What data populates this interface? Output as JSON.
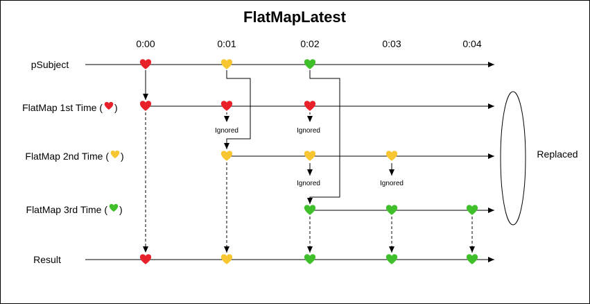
{
  "diagram": {
    "title": "FlatMapLatest",
    "times": [
      "0:00",
      "0:01",
      "0:02",
      "0:03",
      "0:04"
    ],
    "rows": {
      "psubject": "pSubject",
      "flatmap1": "FlatMap 1st Time (",
      "flatmap2": "FlatMap 2nd Time (",
      "flatmap3": "FlatMap 3rd Time (",
      "result": "Result"
    },
    "close_paren": ")",
    "ignored_label": "Ignored",
    "replaced_label": "Replaced",
    "colors": {
      "red": "#e8202a",
      "yellow": "#f8c630",
      "green": "#3fbf2a",
      "line": "#000000",
      "border": "#000000"
    },
    "icons": {
      "red": "red-heart-icon",
      "yellow": "yellow-heart-icon",
      "green": "green-heart-icon"
    }
  }
}
